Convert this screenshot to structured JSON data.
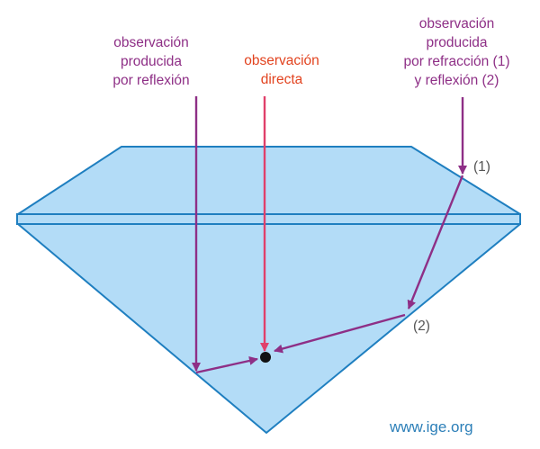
{
  "labels": {
    "reflection_line1": "observación",
    "reflection_line2": "producida",
    "reflection_line3": "por reflexión",
    "direct_line1": "observación",
    "direct_line2": "directa",
    "refraction_line1": "observación",
    "refraction_line2": "producida",
    "refraction_line3": "por refracción (1)",
    "refraction_line4": "y reflexión (2)"
  },
  "markers": {
    "point_1": "(1)",
    "point_2": "(2)"
  },
  "watermark": "www.ige.org",
  "colors": {
    "gem_fill": "#b3dcf7",
    "gem_stroke": "#1f7fc0",
    "purple": "#8e2f86",
    "direct": "#e0406a",
    "dot": "#111111"
  }
}
